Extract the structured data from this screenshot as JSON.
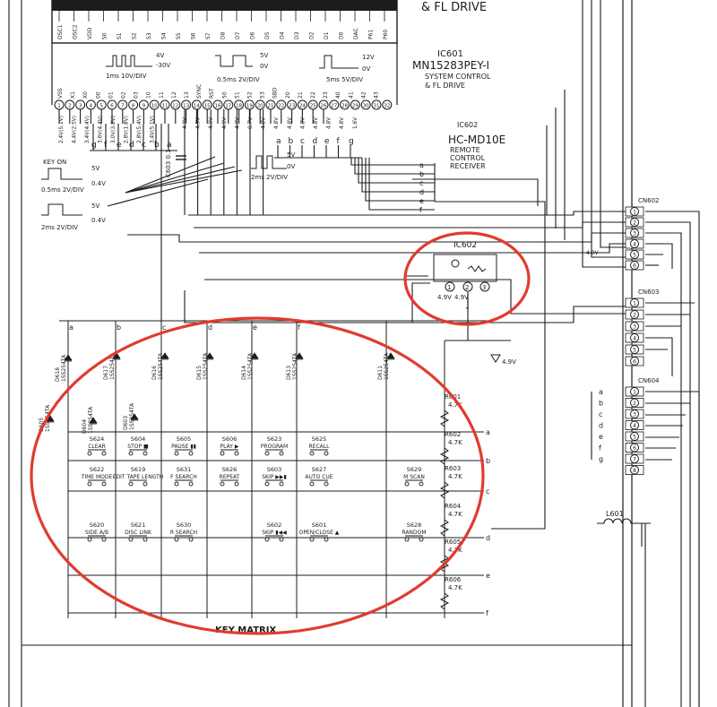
{
  "colors": {
    "ink": "#1c1c1c",
    "highlight": "#e03b2f",
    "paper": "#ffffff"
  },
  "ic601": {
    "name": "IC601",
    "part": "MN15283PEY-I",
    "desc1": "SYSTEM CONTROL",
    "desc2": "& FL DRIVE",
    "top_caption": "& FL DRIVE",
    "top_pins": [
      "OSC1",
      "OSC2",
      "VDD",
      "S0",
      "S1",
      "S2",
      "S3",
      "S4",
      "S5",
      "S6",
      "S7",
      "D8",
      "D7",
      "D6",
      "D5",
      "D4",
      "D3",
      "D2",
      "D1",
      "D0",
      "DAC",
      "P61",
      "P60"
    ],
    "bottom_pins": [
      "VSS",
      "X1",
      "X0",
      "00",
      "01",
      "02",
      "03",
      "10",
      "11",
      "12",
      "13",
      "SYNC",
      "RST",
      "50",
      "51",
      "52",
      "53",
      "SBD",
      "20",
      "21",
      "22",
      "23",
      "40",
      "41",
      "42",
      "43"
    ],
    "bottom_nums": [
      "1",
      "2",
      "3",
      "4",
      "5",
      "6",
      "7",
      "8",
      "9",
      "10",
      "11",
      "12",
      "13",
      "14",
      "15",
      "16",
      "17",
      "18",
      "19",
      "20",
      "21",
      "22",
      "23",
      "24",
      "25",
      "26",
      "27",
      "28",
      "29",
      "30",
      "31",
      "32"
    ],
    "voltages_left": [
      "2.4V(5.1V)",
      "4.4V(2.5V)",
      "3.4V(4.4V)",
      "3.6V(4.4V)",
      "3.0V(3.8V)",
      "2.8V(1.8V)",
      "2.8V(5.4V)",
      "3.4V(5.1V)"
    ],
    "voltages_right": [
      "4.9V",
      "4.9V",
      "4.9V",
      "4.9V",
      "4.9V",
      "0.7V",
      "4.8V",
      "4.8V",
      "4.8V",
      "4.8V",
      "4.8V",
      "4.8V",
      "4.8V",
      "1.6V"
    ],
    "pin_letters_left": [
      "g",
      "f",
      "e",
      "d",
      "c",
      "b",
      "a"
    ],
    "pin_letters_right": [
      "a",
      "b",
      "c",
      "d",
      "e",
      "f",
      "g"
    ]
  },
  "ic602": {
    "name": "IC602",
    "part": "HC-MD10E",
    "desc1": "REMOTE",
    "desc2": "CONTROL",
    "desc3": "RECEIVER",
    "box_label": "IC602",
    "pin1": "1",
    "pin2": "2",
    "pin3": "3",
    "v1": "4.9V",
    "v2": "4.9V",
    "bus_letters": [
      "a",
      "b",
      "c",
      "d",
      "e",
      "f"
    ]
  },
  "waveforms": {
    "w1_hi": "4V",
    "w1_lo": "-30V",
    "w1_cap": "1ms 10V/DIV",
    "w2_hi": "5V",
    "w2_lo": "0V",
    "w2_cap": "0.5ms 2V/DIV",
    "w3_hi": "12V",
    "w3_lo": "0V",
    "w3_cap": "5ms 5V/DIV",
    "w4_hi": "5V",
    "w4_lo": "0V",
    "w4_cap": "2ms 2V/DIV",
    "w5_title": "KEY ON",
    "w5_hi": "5V",
    "w5_lo": "0.4V",
    "w5_cap": "0.5ms 2V/DIV",
    "w6_hi": "5V",
    "w6_lo": "0.4V",
    "w6_cap": "2ms 2V/DIV"
  },
  "c603": "C603 0.1",
  "connectors": {
    "cn602": {
      "label": "CN602",
      "pins": [
        "1",
        "2",
        "3",
        "4",
        "5",
        "6"
      ],
      "note": "4.9V"
    },
    "cn603": {
      "label": "CN603",
      "pins": [
        "1",
        "2",
        "3",
        "4",
        "5",
        "6"
      ]
    },
    "cn604": {
      "label": "CN604",
      "pins": [
        "1",
        "2",
        "3",
        "4",
        "5",
        "6",
        "7",
        "8"
      ],
      "letters": [
        "a",
        "b",
        "c",
        "d",
        "e",
        "f",
        "g"
      ]
    }
  },
  "l601": "L601",
  "key_matrix": {
    "title": "KEY MATRIX",
    "bus_letters": [
      "a",
      "b",
      "c",
      "d",
      "e",
      "f"
    ],
    "row_letters": [
      "a",
      "b",
      "c",
      "d",
      "e",
      "f"
    ],
    "v_label": "4.9V",
    "diodes": [
      {
        "ref": "D618",
        "part": "1SS254TA"
      },
      {
        "ref": "D617",
        "part": "1SS254TA"
      },
      {
        "ref": "D616",
        "part": "1SS254TA"
      },
      {
        "ref": "D615",
        "part": "1SS254TA"
      },
      {
        "ref": "D614",
        "part": "1SS254TA"
      },
      {
        "ref": "D613",
        "part": "1SS254TA"
      },
      {
        "ref": "D611",
        "part": "1SS254TA"
      },
      {
        "ref": "D605",
        "part": "1SS254TA"
      },
      {
        "ref": "D604",
        "part": "1SS254TA"
      },
      {
        "ref": "D603",
        "part": "1SS254TA"
      }
    ],
    "resistors": [
      {
        "ref": "R601",
        "val": "4.7K"
      },
      {
        "ref": "R602",
        "val": "4.7K"
      },
      {
        "ref": "R603",
        "val": "4.7K"
      },
      {
        "ref": "R604",
        "val": "4.7K"
      },
      {
        "ref": "R605",
        "val": "4.7K"
      },
      {
        "ref": "R606",
        "val": "4.7K"
      }
    ],
    "switches": [
      {
        "ref": "S624",
        "name": "CLEAR"
      },
      {
        "ref": "S604",
        "name": "STOP ■"
      },
      {
        "ref": "S605",
        "name": "PAUSE ▮▮"
      },
      {
        "ref": "S606",
        "name": "PLAY ▶"
      },
      {
        "ref": "S623",
        "name": "PROGRAM"
      },
      {
        "ref": "S625",
        "name": "RECALL"
      },
      {
        "ref": "S622",
        "name": "TIME MODE"
      },
      {
        "ref": "S619",
        "name": "EDIT TAPE LENGTH"
      },
      {
        "ref": "S631",
        "name": "F SEARCH"
      },
      {
        "ref": "S626",
        "name": "REPEAT"
      },
      {
        "ref": "S603",
        "name": "SKIP ▶▶▮"
      },
      {
        "ref": "S627",
        "name": "AUTO CUE"
      },
      {
        "ref": "S629",
        "name": "M SCAN"
      },
      {
        "ref": "S620",
        "name": "SIDE A/B"
      },
      {
        "ref": "S621",
        "name": "DISC LINK"
      },
      {
        "ref": "S630",
        "name": "R SEARCH"
      },
      {
        "ref": "S602",
        "name": "SKIP ▮◀◀"
      },
      {
        "ref": "S601",
        "name": "OPEN/CLOSE ▲"
      },
      {
        "ref": "S628",
        "name": "RANDOM"
      }
    ]
  }
}
